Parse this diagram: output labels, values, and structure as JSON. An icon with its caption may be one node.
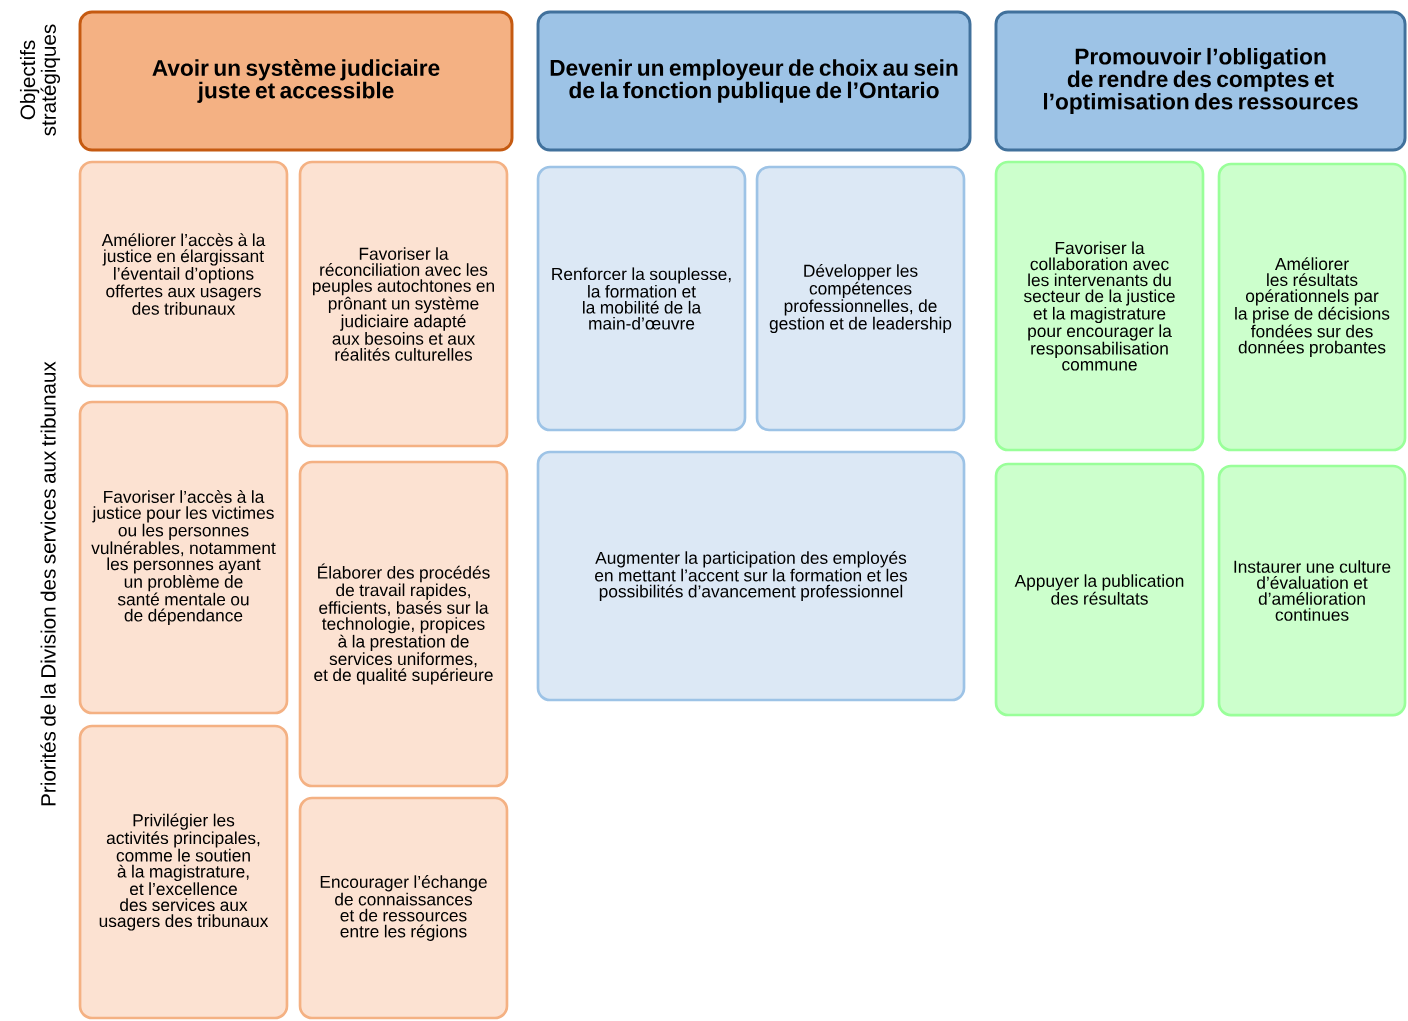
{
  "diagram": {
    "nodes": [
      {
        "text": [
          "Avoir un système judiciaire juste et accessible"
        ]
      },
      {
        "text": [
          "Devenir un employeur de choix au sein de la fonction publique de l’Ontario"
        ]
      },
      {
        "text": [
          "Promouvoir l’obligation de rendre des comptes et l’optimisation des ressources"
        ]
      },
      {
        "text": [
          "Améliorer l’accès à la justice en élargissant l’éventail d’options offertes aux usagers des tribunaux"
        ]
      },
      {
        "text": [
          "Favoriser la réconciliation avec les peuples autochtones en prônant un système judiciaire adapté aux besoins et aux réalités culturelles"
        ]
      },
      {
        "text": [
          "Favoriser l’accès à la justice pour les victimes ou les personnes vulnérables, notamment les personnes ayant un problème de santé mentale ou de dépendance"
        ]
      },
      {
        "text": [
          "Élaborer des procédés de travail rapides, efficients, basés sur la technologie, propices à la prestation de services uniformes, et de qualité supérieure"
        ]
      },
      {
        "text": [
          "Privilégier les activités principales, comme le soutien à la magistrature, et l’excellence des services aux usagers des tribunaux"
        ]
      },
      {
        "text": [
          "Encourager l’échange de connaissances et de ressources entre les régions"
        ]
      },
      {
        "text": [
          "Renforcer la souplesse, la formation et la mobilité de la main-d’œuvre"
        ]
      },
      {
        "text": [
          "Développer les compétences professionnelles, de gestion et de leadership"
        ]
      },
      {
        "text": [
          "Augmenter la participation des employés en mettant l’accent sur la formation et les possibilités d’avancement professionnel"
        ]
      },
      {
        "text": [
          "Favoriser la collaboration avec les intervenants du secteur de la justice et la magistrature pour encourager la responsabilisation commune"
        ]
      },
      {
        "text": [
          "Améliorer les résultats opérationnels par la prise de décisions fondées sur des données probantes"
        ]
      },
      {
        "text": [
          "Appuyer la publication des résultats"
        ]
      },
      {
        "text": [
          "Instaurer une culture d’évaluation et d’amélioration continues"
        ]
      }
    ],
    "labels": [
      "Objectifs stratégiques",
      "Priorités de la Division des services aux tribunaux"
    ]
  }
}
